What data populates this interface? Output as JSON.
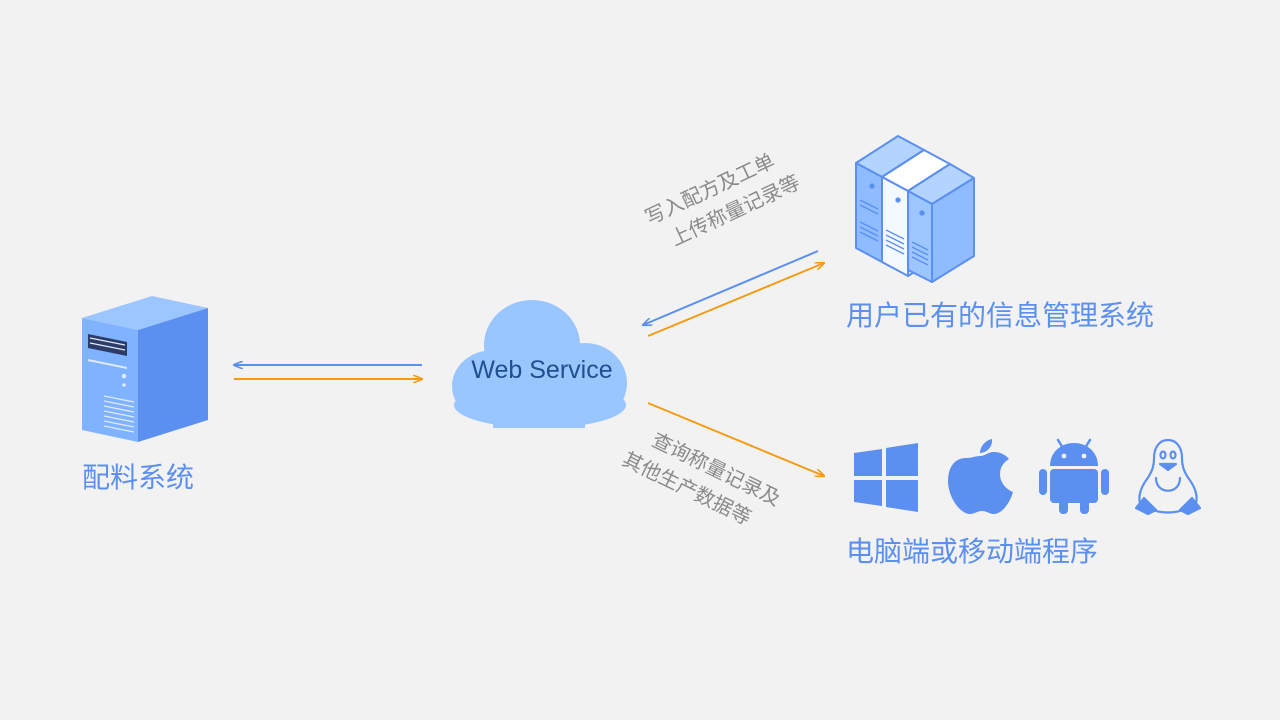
{
  "nodes": {
    "batching_system": {
      "label": "配料系统"
    },
    "web_service": {
      "label": "Web Service"
    },
    "info_system": {
      "label": "用户已有的信息管理系统"
    },
    "client_programs": {
      "label": "电脑端或移动端程序"
    }
  },
  "edges": {
    "to_info_system": {
      "line1": "写入配方及工单",
      "line2": "上传称量记录等"
    },
    "to_clients": {
      "line1": "查询称量记录及",
      "line2": "其他生产数据等"
    }
  },
  "platform_icons": [
    "windows-icon",
    "apple-icon",
    "android-icon",
    "linux-tux-icon"
  ],
  "colors": {
    "background": "#f2f2f2",
    "blue_arrow": "#5b8ff0",
    "orange_arrow": "#f39c12",
    "node_label": "#5b8ff0",
    "annotation": "#8a8a8a",
    "cloud": "#99c6ff",
    "cloud_text": "#1f4f8f"
  }
}
